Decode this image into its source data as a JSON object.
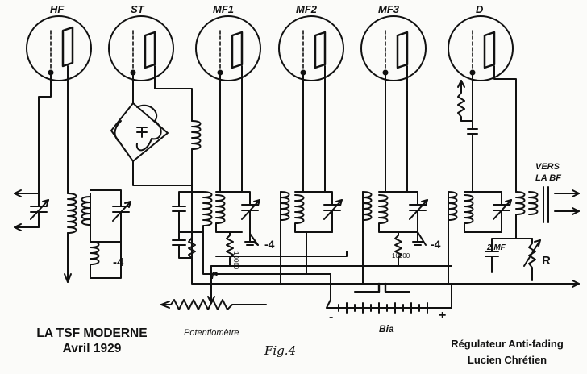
{
  "tubes": [
    {
      "label": "HF"
    },
    {
      "label": "ST"
    },
    {
      "label": "MF1"
    },
    {
      "label": "MF2"
    },
    {
      "label": "MF3"
    },
    {
      "label": "D"
    }
  ],
  "labels": {
    "minus4_a": "-4",
    "minus4_b": "-4",
    "minus4_c": "-4",
    "resistor_a": "10000",
    "resistor_b": "10000",
    "p": "P",
    "potentiometer": "Potentiomètre",
    "battery": "Bia",
    "vers": "VERS",
    "la_bf": "LA BF",
    "cap_2mf": "2 MF",
    "r": "R",
    "plus": "+",
    "minus": "-"
  },
  "caption": {
    "publication_line1": "LA TSF MODERNE",
    "publication_line2": "Avril 1929",
    "figure": "Fig.4",
    "title_line1": "Régulateur Anti-fading",
    "title_line2": "Lucien Chrétien"
  }
}
